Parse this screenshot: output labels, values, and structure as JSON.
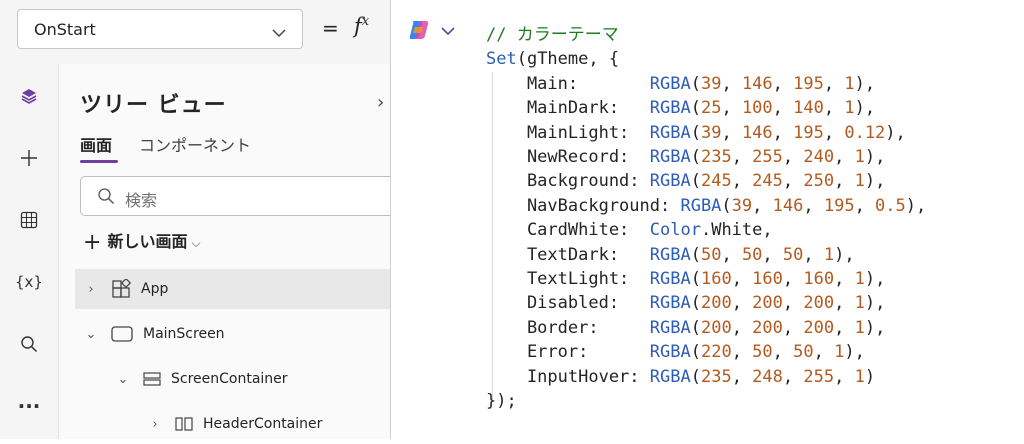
{
  "formula_bar": {
    "property": "OnStart",
    "equals": "=",
    "fx": "f",
    "fx_sup": "x"
  },
  "rail": {
    "icons": [
      "layers-icon",
      "plus-icon",
      "table-icon",
      "variables-icon",
      "search-icon",
      "more-icon"
    ],
    "variables_glyph": "{x}",
    "more_glyph": "···"
  },
  "tree": {
    "title": "ツリー ビュー",
    "close_glyph": "›",
    "tabs": [
      {
        "label": "画面",
        "active": true
      },
      {
        "label": "コンポーネント",
        "active": false
      }
    ],
    "search_placeholder": "検索",
    "new_screen": "新しい画面",
    "nodes": [
      {
        "label": "App",
        "expanded": false,
        "icon": "app-icon"
      },
      {
        "label": "MainScreen",
        "expanded": true,
        "icon": "screen-icon"
      },
      {
        "label": "ScreenContainer",
        "expanded": true,
        "icon": "container-icon"
      },
      {
        "label": "HeaderContainer",
        "expanded": false,
        "icon": "horizontal-container-icon"
      }
    ]
  },
  "editor": {
    "comment": "// カラーテーマ",
    "set_open": "Set(gTheme, {",
    "close": "});",
    "entries": [
      {
        "key": "Main:",
        "pad": "       ",
        "value": "RGBA(39, 146, 195, 1),"
      },
      {
        "key": "MainDark:",
        "pad": "   ",
        "value": "RGBA(25, 100, 140, 1),"
      },
      {
        "key": "MainLight:",
        "pad": "  ",
        "value": "RGBA(39, 146, 195, 0.12),"
      },
      {
        "key": "NewRecord:",
        "pad": "  ",
        "value": "RGBA(235, 255, 240, 1),"
      },
      {
        "key": "Background:",
        "pad": " ",
        "value": "RGBA(245, 245, 250, 1),"
      },
      {
        "key": "NavBackground:",
        "pad": " ",
        "value": "RGBA(39, 146, 195, 0.5),"
      },
      {
        "key": "CardWhite:",
        "pad": "  ",
        "value": "Color.White,"
      },
      {
        "key": "TextDark:",
        "pad": "   ",
        "value": "RGBA(50, 50, 50, 1),"
      },
      {
        "key": "TextLight:",
        "pad": "  ",
        "value": "RGBA(160, 160, 160, 1),"
      },
      {
        "key": "Disabled:",
        "pad": "   ",
        "value": "RGBA(200, 200, 200, 1),"
      },
      {
        "key": "Border:",
        "pad": "     ",
        "value": "RGBA(200, 200, 200, 1),"
      },
      {
        "key": "Error:",
        "pad": "      ",
        "value": "RGBA(220, 50, 50, 1),"
      },
      {
        "key": "InputHover:",
        "pad": " ",
        "value": "RGBA(235, 248, 255, 1)"
      }
    ]
  },
  "colors": {
    "accent": "#6f3fa0",
    "comment": "#1f7a1f",
    "function": "#2d5cb8",
    "number": "#b35a1f"
  }
}
